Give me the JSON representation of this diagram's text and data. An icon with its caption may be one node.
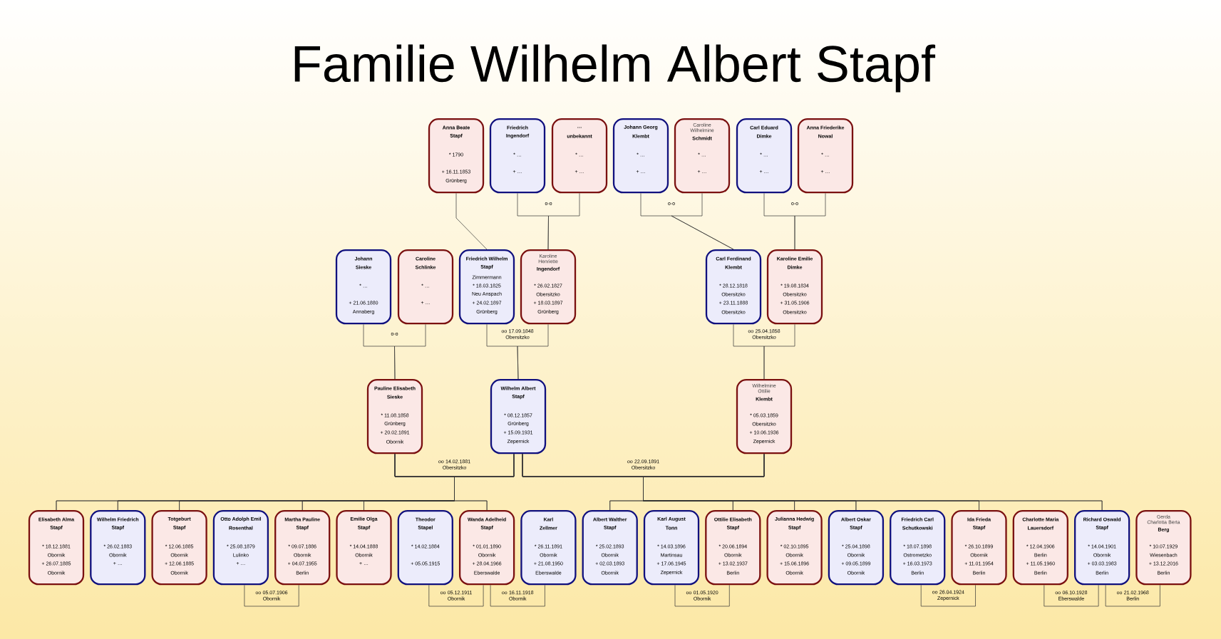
{
  "diagram": {
    "title": "Familie Wilhelm Albert Stapf",
    "nodes": [
      {
        "text": [
          "Anna Beate",
          "Stapf",
          "* 1790",
          "+ 16.11.1853",
          "Grünberg"
        ]
      },
      {
        "text": [
          "Friedrich",
          "Ingendorf",
          "* …",
          "+ …"
        ]
      },
      {
        "text": [
          "…",
          "unbekannt",
          "* …",
          "+ …"
        ]
      },
      {
        "text": [
          "Johann Georg",
          "Klembt",
          "* …",
          "+ …"
        ]
      },
      {
        "text": [
          "Caroline Wilhelmine",
          "Schmidt",
          "* …",
          "+ …"
        ]
      },
      {
        "text": [
          "Carl Eduard",
          "Dimke",
          "* …",
          "+ …"
        ]
      },
      {
        "text": [
          "Anna Friederike",
          "Nowal",
          "* …",
          "+ …"
        ]
      },
      {
        "text": [
          "Johann",
          "Sieske",
          "* …",
          "+ 21.06.1880",
          "Annaberg"
        ]
      },
      {
        "text": [
          "Caroline",
          "Schlinke",
          "* …",
          "+ …"
        ]
      },
      {
        "text": [
          "Friedrich Wilhelm",
          "Stapf",
          "Zimmermann",
          "* 18.03.1825",
          "Neu Anspach",
          "+ 24.02.1897",
          "Grünberg"
        ]
      },
      {
        "text": [
          "Karoline Henriette",
          "Ingendorf",
          "* 26.02.1827",
          "Obersitzko",
          "+ 18.03.1897",
          "Grünberg"
        ]
      },
      {
        "text": [
          "Carl Ferdinand",
          "Klembt",
          "* 28.12.1818",
          "Obersitzko",
          "+ 23.11.1888",
          "Obersitzko"
        ]
      },
      {
        "text": [
          "Karoline Emilie",
          "Dimke",
          "* 19.08.1834",
          "Obersitzko",
          "+ 31.05.1906",
          "Obersitzko"
        ]
      },
      {
        "text": [
          "Pauline Elisabeth",
          "Sieske",
          "* 11.08.1858",
          "Grünberg",
          "+ 20.02.1891",
          "Obornik"
        ]
      },
      {
        "text": [
          "Wilhelm Albert",
          "Stapf",
          "* 08.12.1857",
          "Grünberg",
          "+ 15.09.1931",
          "Zepernick"
        ]
      },
      {
        "text": [
          "Wilhelmine Ottilie",
          "Klembt",
          "* 05.03.1859",
          "Obersitzko",
          "+ 10.06.1936",
          "Zepernick"
        ]
      },
      {
        "text": [
          "Elisabeth Alma",
          "Stapf",
          "* 18.12.1881",
          "Obornik",
          "+ 26.07.1885",
          "Obornik"
        ]
      },
      {
        "text": [
          "Wilhelm Friedrich",
          "Stapf",
          "* 26.02.1883",
          "Obornik",
          "+ …"
        ]
      },
      {
        "text": [
          "Totgeburt",
          "Stapf",
          "* 12.06.1885",
          "Obornik",
          "+ 12.06.1885",
          "Obornik"
        ]
      },
      {
        "text": [
          "Otto Adolph Emil",
          "Rosenthal",
          "* 25.08.1879",
          "Lulinko",
          "+ …"
        ]
      },
      {
        "text": [
          "Martha Pauline",
          "Stapf",
          "* 09.07.1886",
          "Obornik",
          "+ 04.07.1955",
          "Berlin"
        ]
      },
      {
        "text": [
          "Emilie Olga",
          "Stapf",
          "* 14.04.1888",
          "Obornik",
          "+ …"
        ]
      },
      {
        "text": [
          "Theodor",
          "Stapel",
          "* 14.02.1884",
          "+ 05.05.1915"
        ]
      },
      {
        "text": [
          "Wanda Adelheid",
          "Stapf",
          "* 01.01.1890",
          "Obornik",
          "+ 28.04.1966",
          "Eberswalde"
        ]
      },
      {
        "text": [
          "Karl",
          "Zellmer",
          "* 26.11.1891",
          "Obornik",
          "+ 21.08.1950",
          "Eberswalde"
        ]
      },
      {
        "text": [
          "Albert Walther",
          "Stapf",
          "* 25.02.1893",
          "Obornik",
          "+ 02.03.1893",
          "Obornik"
        ]
      },
      {
        "text": [
          "Karl August",
          "Tonn",
          "* 14.03.1896",
          "Martinsau",
          "+ 17.06.1945",
          "Zepernick"
        ]
      },
      {
        "text": [
          "Ottilie Elisabeth",
          "Stapf",
          "* 20.06.1894",
          "Obornik",
          "+ 13.02.1937",
          "Berlin"
        ]
      },
      {
        "text": [
          "Julianna Hedwig",
          "Stapf",
          "* 02.10.1895",
          "Obornik",
          "+ 15.06.1896",
          "Obornik"
        ]
      },
      {
        "text": [
          "Albert Oskar",
          "Stapf",
          "* 25.04.1898",
          "Obornik",
          "+ 09.05.1899",
          "Obornik"
        ]
      },
      {
        "text": [
          "Friedrich Carl",
          "Schutkowski",
          "* 18.07.1898",
          "Ostrometzko",
          "+ 16.03.1973",
          "Berlin"
        ]
      },
      {
        "text": [
          "Ida Frieda",
          "Stapf",
          "* 26.10.1899",
          "Obornik",
          "+ 11.01.1954",
          "Berlin"
        ]
      },
      {
        "text": [
          "Charlotte Maria",
          "Lauersdorf",
          "* 12.04.1906",
          "Berlin",
          "+ 11.05.1960",
          "Berlin"
        ]
      },
      {
        "text": [
          "Richard Oswald",
          "Stapf",
          "* 14.04.1901",
          "Obornik",
          "+ 03.03.1983",
          "Berlin"
        ]
      },
      {
        "text": [
          "Gerda Charlotta Berta",
          "Berg",
          "* 10.07.1929",
          "Wiesenbach",
          "+ 13.12.2016",
          "Berlin"
        ]
      }
    ],
    "edges": [
      {
        "from": 0,
        "to": 9,
        "arrow": "none"
      },
      {
        "from": 1,
        "to": 10,
        "arrow": "none",
        "label": "o-o"
      },
      {
        "from": 2,
        "to": 10,
        "arrow": "none"
      },
      {
        "from": 3,
        "to": 11,
        "arrow": "none",
        "label": "o-o"
      },
      {
        "from": 4,
        "to": 11,
        "arrow": "none"
      },
      {
        "from": 5,
        "to": 12,
        "arrow": "none",
        "label": "o-o"
      },
      {
        "from": 6,
        "to": 12,
        "arrow": "none"
      },
      {
        "from": 7,
        "to": 13,
        "arrow": "none",
        "label": "o-o"
      },
      {
        "from": 8,
        "to": 13,
        "arrow": "none"
      },
      {
        "from": 9,
        "to": 14,
        "arrow": "none",
        "label": "oo 17.09.1848 Obersitzko"
      },
      {
        "from": 10,
        "to": 14,
        "arrow": "none"
      },
      {
        "from": 11,
        "to": 15,
        "arrow": "none",
        "label": "oo 25.04.1858 Obersitzko"
      },
      {
        "from": 12,
        "to": 15,
        "arrow": "none"
      },
      {
        "from": 13,
        "to": 16,
        "arrow": "none",
        "label": "oo 14.02.1881 Obersitzko"
      },
      {
        "from": 13,
        "to": 17,
        "arrow": "none"
      },
      {
        "from": 13,
        "to": 18,
        "arrow": "none"
      },
      {
        "from": 13,
        "to": 20,
        "arrow": "none"
      },
      {
        "from": 13,
        "to": 21,
        "arrow": "none"
      },
      {
        "from": 13,
        "to": 23,
        "arrow": "none"
      },
      {
        "from": 14,
        "to": 16,
        "arrow": "none"
      },
      {
        "from": 14,
        "to": 17,
        "arrow": "none"
      },
      {
        "from": 14,
        "to": 18,
        "arrow": "none"
      },
      {
        "from": 14,
        "to": 20,
        "arrow": "none"
      },
      {
        "from": 14,
        "to": 21,
        "arrow": "none"
      },
      {
        "from": 14,
        "to": 23,
        "arrow": "none"
      },
      {
        "from": 14,
        "to": 25,
        "arrow": "none",
        "label": "oo 22.09.1891 Obersitzko"
      },
      {
        "from": 14,
        "to": 27,
        "arrow": "none"
      },
      {
        "from": 14,
        "to": 28,
        "arrow": "none"
      },
      {
        "from": 14,
        "to": 29,
        "arrow": "none"
      },
      {
        "from": 14,
        "to": 31,
        "arrow": "none"
      },
      {
        "from": 14,
        "to": 33,
        "arrow": "none"
      },
      {
        "from": 15,
        "to": 25,
        "arrow": "none"
      },
      {
        "from": 15,
        "to": 27,
        "arrow": "none"
      },
      {
        "from": 15,
        "to": 28,
        "arrow": "none"
      },
      {
        "from": 15,
        "to": 29,
        "arrow": "none"
      },
      {
        "from": 15,
        "to": 31,
        "arrow": "none"
      },
      {
        "from": 15,
        "to": 33,
        "arrow": "none"
      },
      {
        "from": 19,
        "to": 20,
        "arrow": "none",
        "label": "oo 05.07.1906 Obornik"
      },
      {
        "from": 22,
        "to": 23,
        "arrow": "none",
        "label": "oo 05.12.1911 Obornik"
      },
      {
        "from": 23,
        "to": 24,
        "arrow": "none",
        "label": "oo 16.11.1918 Obornik"
      },
      {
        "from": 26,
        "to": 27,
        "arrow": "none",
        "label": "oo 01.05.1920 Obornik"
      },
      {
        "from": 30,
        "to": 31,
        "arrow": "none",
        "label": "oo 26.04.1924 Zepernick"
      },
      {
        "from": 32,
        "to": 33,
        "arrow": "none",
        "label": "oo 06.10.1928 Eberswalde"
      },
      {
        "from": 33,
        "to": 34,
        "arrow": "none",
        "label": "oo 21.02.1968 Berlin"
      }
    ]
  }
}
